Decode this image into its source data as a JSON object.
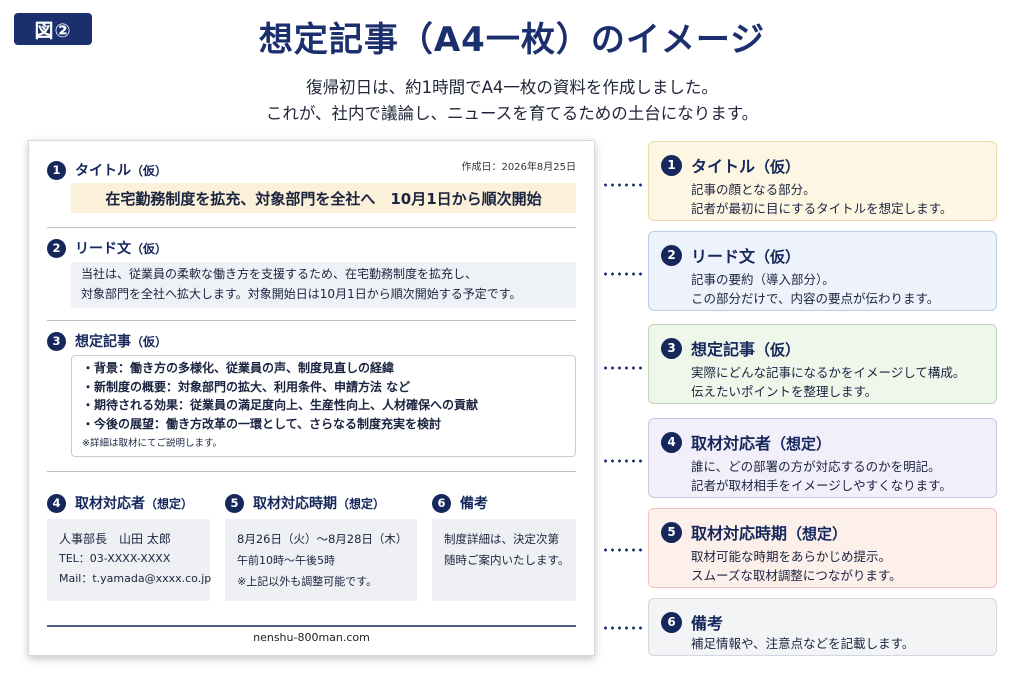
{
  "badge": "図②",
  "title": "想定記事（A4一枚）のイメージ",
  "subtitle": [
    "復帰初日は、約1時間でA4一枚の資料を作成しました。",
    "これが、社内で議論し、ニュースを育てるための土台になります。"
  ],
  "doc": {
    "created": "作成日：2026年8月25日",
    "sections": [
      {
        "num": "1",
        "label": "タイトル",
        "note": "（仮）"
      },
      {
        "num": "2",
        "label": "リード文",
        "note": "（仮）"
      },
      {
        "num": "3",
        "label": "想定記事",
        "note": "（仮）"
      },
      {
        "num": "4",
        "label": "取材対応者",
        "note": "（想定）"
      },
      {
        "num": "5",
        "label": "取材対応時期",
        "note": "（想定）"
      },
      {
        "num": "6",
        "label": "備考",
        "note": ""
      }
    ],
    "headline": "在宅勤務制度を拡充、対象部門を全社へ　10月1日から順次開始",
    "lead": [
      "当社は、従業員の柔軟な働き方を支援するため、在宅勤務制度を拡充し、",
      "対象部門を全社へ拡大します。対象開始日は10月1日から順次開始する予定です。"
    ],
    "bullets": [
      "・背景：働き方の多様化、従業員の声、制度見直しの経緯",
      "・新制度の概要：対象部門の拡大、利用条件、申請方法 など",
      "・期待される効果：従業員の満足度向上、生産性向上、人材確保への貢献",
      "・今後の展望：働き方改革の一環として、さらなる制度充実を検討"
    ],
    "bullets_note": "※詳細は取材にてご説明します。",
    "contact": [
      "人事部長　山田 太郎",
      "TEL：03-XXXX-XXXX",
      "Mail：t.yamada@xxxx.co.jp"
    ],
    "timing": [
      "8月26日（火）〜8月28日（木）",
      "午前10時〜午後5時",
      "※上記以外も調整可能です。"
    ],
    "remarks": [
      "制度詳細は、決定次第",
      "随時ご案内いたします。"
    ],
    "footer": "nenshu-800man.com"
  },
  "cards": [
    {
      "num": "1",
      "title": "タイトル",
      "note": "（仮）",
      "bg": "#fdf6e3",
      "border": "#efd9a6",
      "lines": [
        "記事の顔となる部分。",
        "記者が最初に目にするタイトルを想定します。"
      ]
    },
    {
      "num": "2",
      "title": "リード文",
      "note": "（仮）",
      "bg": "#eef3fb",
      "border": "#b9cbe6",
      "lines": [
        "記事の要約（導入部分）。",
        "この部分だけで、内容の要点が伝わります。"
      ]
    },
    {
      "num": "3",
      "title": "想定記事",
      "note": "（仮）",
      "bg": "#eff6ea",
      "border": "#bfd7b1",
      "lines": [
        "実際にどんな記事になるかをイメージして構成。",
        "伝えたいポイントを整理します。"
      ]
    },
    {
      "num": "4",
      "title": "取材対応者",
      "note": "（想定）",
      "bg": "#f2effa",
      "border": "#cdc4e6",
      "lines": [
        "誰に、どの部署の方が対応するのかを明記。",
        "記者が取材相手をイメージしやすくなります。"
      ]
    },
    {
      "num": "5",
      "title": "取材対応時期",
      "note": "（想定）",
      "bg": "#fdf0ea",
      "border": "#efc8b6",
      "lines": [
        "取材可能な時期をあらかじめ提示。",
        "スムーズな取材調整につながります。"
      ]
    },
    {
      "num": "6",
      "title": "備考",
      "note": "",
      "bg": "#f3f4f6",
      "border": "#d3d6dc",
      "lines": [
        "補足情報や、注意点などを記載します。"
      ]
    }
  ]
}
